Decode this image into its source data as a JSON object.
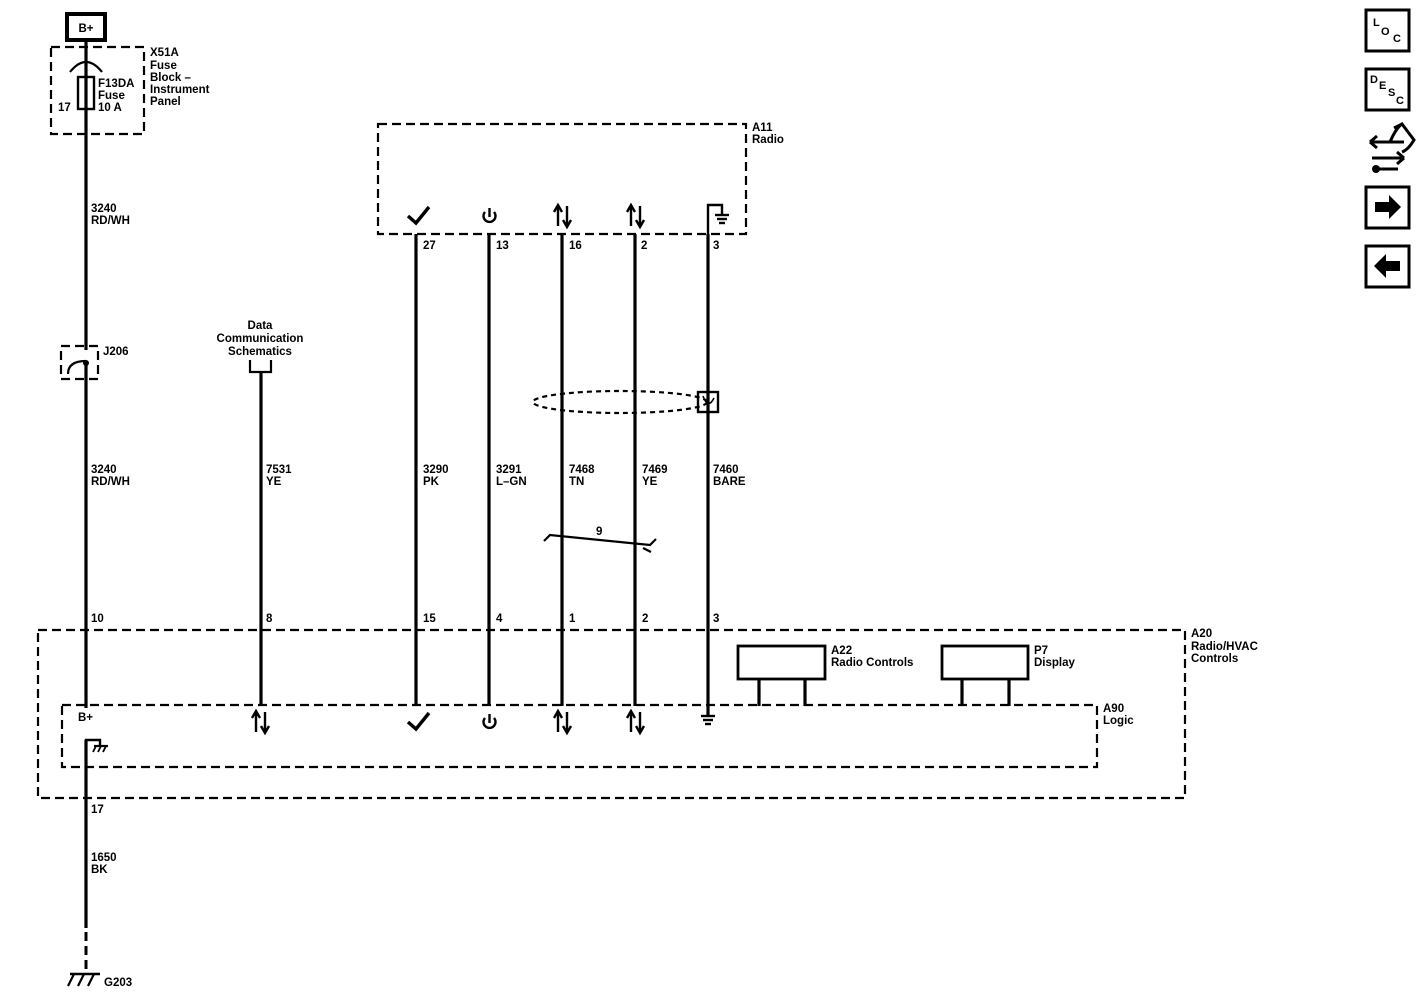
{
  "power": {
    "label": "B+"
  },
  "fuse_block": {
    "ref": "X51A",
    "name_lines": [
      "Fuse",
      "Block –",
      "Instrument",
      "Panel"
    ],
    "fuse_lines": [
      "F13DA",
      "Fuse",
      "10 A"
    ],
    "pin": "17"
  },
  "splice": {
    "ref": "J206"
  },
  "radio": {
    "ref": "A11",
    "name": "Radio"
  },
  "data_comm": {
    "lines": [
      "Data",
      "Communication",
      "Schematics"
    ]
  },
  "radio_pins": [
    "27",
    "13",
    "16",
    "2",
    "3"
  ],
  "wires": [
    {
      "circuit": "3240",
      "color": "RD/WH"
    },
    {
      "circuit": "3240",
      "color": "RD/WH"
    },
    {
      "circuit": "7531",
      "color": "YE"
    },
    {
      "circuit": "3290",
      "color": "PK"
    },
    {
      "circuit": "3291",
      "color": "L–GN"
    },
    {
      "circuit": "7468",
      "color": "TN"
    },
    {
      "circuit": "7469",
      "color": "YE"
    },
    {
      "circuit": "7460",
      "color": "BARE"
    }
  ],
  "twist": {
    "label": "9"
  },
  "hvac_pins": [
    "10",
    "8",
    "15",
    "4",
    "1",
    "2",
    "3"
  ],
  "hvac": {
    "ref": "A20",
    "name_lines": [
      "Radio/HVAC",
      "Controls"
    ]
  },
  "radio_controls": {
    "ref": "A22",
    "name": "Radio Controls"
  },
  "display": {
    "ref": "P7",
    "name": "Display"
  },
  "logic": {
    "ref": "A90",
    "name": "Logic",
    "bplus": "B+"
  },
  "ground": {
    "pin": "17",
    "circuit": "1650",
    "color": "BK",
    "ref": "G203"
  },
  "nav": {
    "loc": [
      "L",
      "O",
      "C"
    ],
    "desc": [
      "D",
      "E",
      "S",
      "C"
    ],
    "icons": [
      "connector-flow-icon",
      "arrow-right-icon",
      "arrow-left-icon"
    ]
  }
}
